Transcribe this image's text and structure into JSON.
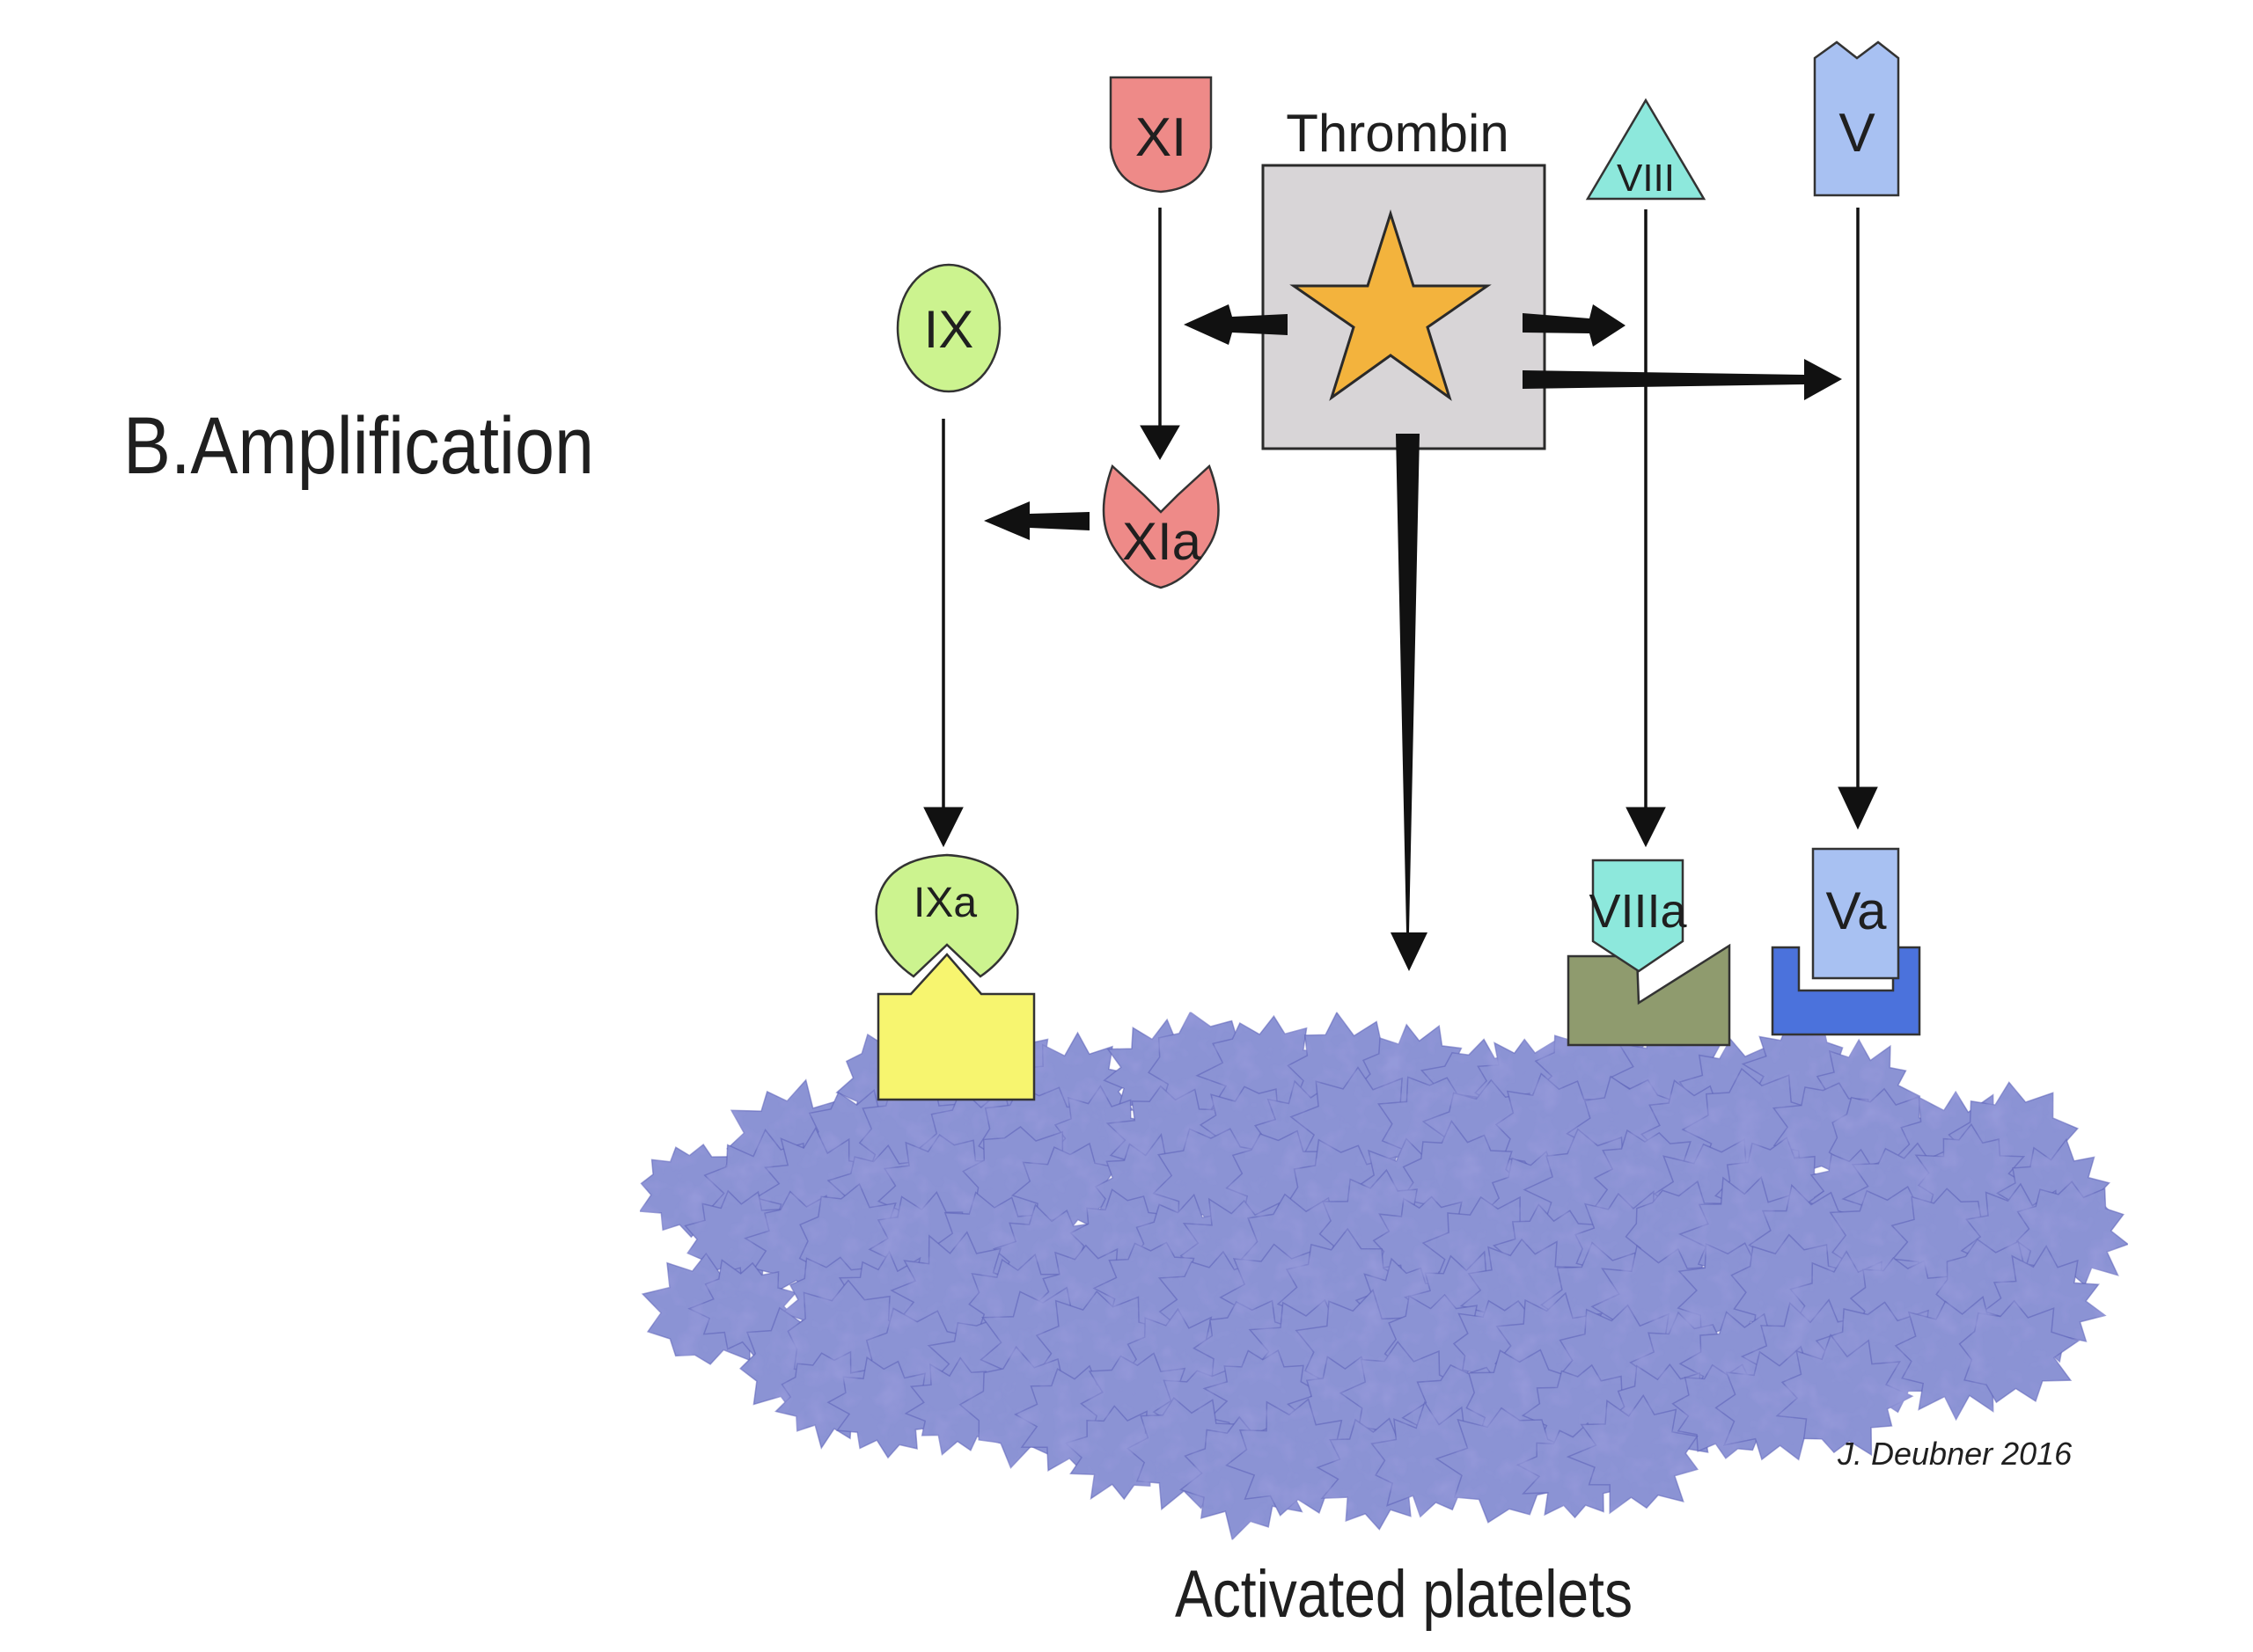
{
  "title": "B.Amplification",
  "footer_label": "Activated platelets",
  "signature": "J. Deubner 2016",
  "factors": {
    "thrombin": "Thrombin",
    "xi": "XI",
    "xia": "XIa",
    "ix": "IX",
    "ixa": "IXa",
    "viii": "VIII",
    "viiia": "VIIIa",
    "v": "V",
    "va": "Va"
  },
  "colors": {
    "xi": "#ee8a88",
    "ix": "#ccf38f",
    "viii": "#8de8dc",
    "v": "#a8c1f2",
    "thrombin_box": "#d8d5d7",
    "star": "#f3b33d",
    "ix_receptor": "#f7f56f",
    "viii_receptor": "#8f9b6e",
    "v_receptor": "#4b72dc",
    "platelet": "#8b93d4",
    "platelet_dark": "#5a5fb6"
  }
}
